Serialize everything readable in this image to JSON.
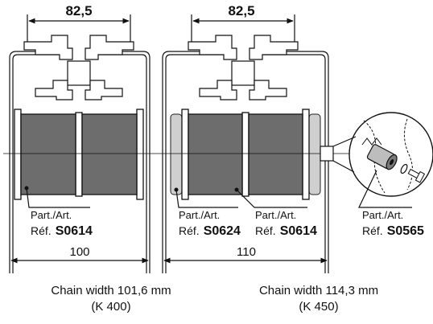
{
  "left": {
    "top_dim": "82,5",
    "labels": [
      {
        "part": "Part./Art.",
        "ref_prefix": "Réf.",
        "ref": "S0614"
      }
    ],
    "bottom_dim": "100",
    "caption_line1": "Chain width 101,6 mm",
    "caption_line2": "(K 400)"
  },
  "right": {
    "top_dim": "82,5",
    "labels": [
      {
        "part": "Part./Art.",
        "ref_prefix": "Réf.",
        "ref": "S0624"
      },
      {
        "part": "Part./Art.",
        "ref_prefix": "Réf.",
        "ref": "S0614"
      }
    ],
    "bottom_dim": "110",
    "caption_line1": "Chain width 114,3 mm",
    "caption_line2": "(K 450)"
  },
  "detail": {
    "part": "Part./Art.",
    "ref_prefix": "Réf.",
    "ref": "S0565"
  },
  "colors": {
    "roller": "#6d6d6d",
    "shim": "#cfcfcf",
    "line": "#111111"
  }
}
